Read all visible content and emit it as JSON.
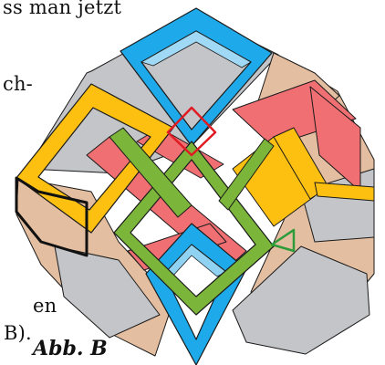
{
  "text": {
    "line1": "ss man jetzt",
    "line2": "ch-",
    "line3": "en",
    "line4": "B)."
  },
  "caption": "Abb. B",
  "colors": {
    "blue": "#1eaaea",
    "yellow": "#fdc010",
    "red": "#ef6f73",
    "green": "#7bb63a",
    "beige": "#e4bea0",
    "gray": "#c4c5c8",
    "outline": "#1a1a1a",
    "marker_red": "#e01b24",
    "marker_green": "#2e9b3a"
  }
}
